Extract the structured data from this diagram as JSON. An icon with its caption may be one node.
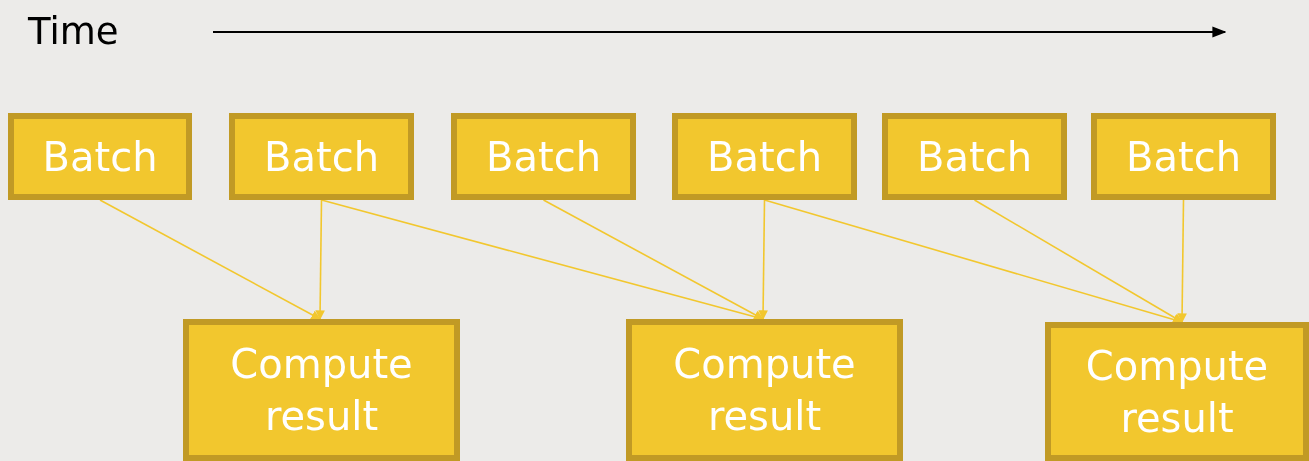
{
  "diagram": {
    "nodes": [
      {
        "text": [
          "Batch"
        ]
      },
      {
        "text": [
          "Batch"
        ]
      },
      {
        "text": [
          "Batch"
        ]
      },
      {
        "text": [
          "Batch"
        ]
      },
      {
        "text": [
          "Batch"
        ]
      },
      {
        "text": [
          "Batch"
        ]
      },
      {
        "text": [
          "Compute result"
        ]
      },
      {
        "text": [
          "Compute result"
        ]
      },
      {
        "text": [
          "Compute result"
        ]
      }
    ],
    "edges": [
      {
        "from": 0,
        "to": 6,
        "arrow": "to"
      },
      {
        "from": 1,
        "to": 6,
        "arrow": "to"
      },
      {
        "from": 1,
        "to": 7,
        "arrow": "to"
      },
      {
        "from": 2,
        "to": 7,
        "arrow": "to"
      },
      {
        "from": 3,
        "to": 7,
        "arrow": "to"
      },
      {
        "from": 3,
        "to": 8,
        "arrow": "to"
      },
      {
        "from": 4,
        "to": 8,
        "arrow": "to"
      },
      {
        "from": 5,
        "to": 8,
        "arrow": "to"
      }
    ],
    "labels": [
      "Time"
    ]
  }
}
